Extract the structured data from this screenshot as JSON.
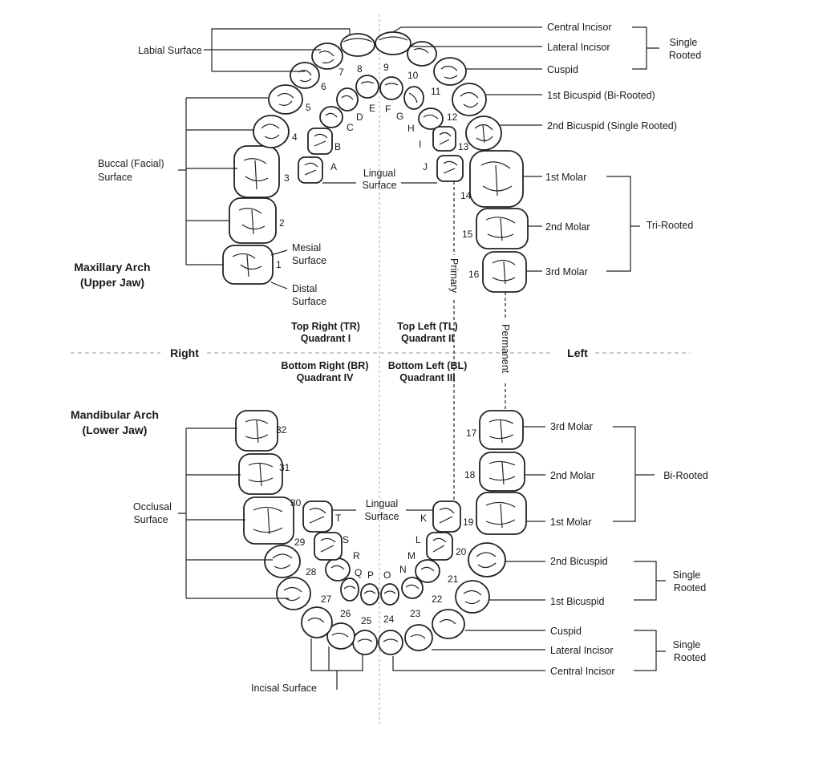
{
  "arches": {
    "upper": {
      "title": "Maxillary Arch",
      "subtitle": "(Upper Jaw)"
    },
    "lower": {
      "title": "Mandibular Arch",
      "subtitle": "(Lower Jaw)"
    }
  },
  "sides": {
    "right": "Right",
    "left": "Left"
  },
  "quadrants": {
    "tr": [
      "Top Right (TR)",
      "Quadrant I"
    ],
    "tl": [
      "Top Left (TL)",
      "Quadrant II"
    ],
    "br": [
      "Bottom Right (BR)",
      "Quadrant IV"
    ],
    "bl": [
      "Bottom Left (BL)",
      "Quadrant III"
    ]
  },
  "dentition": {
    "primary": "Primary",
    "permanent": "Permanent"
  },
  "surfaces": {
    "labial": "Labial Surface",
    "buccal": [
      "Buccal (Facial)",
      "Surface"
    ],
    "lingual_upper": [
      "Lingual",
      "Surface"
    ],
    "lingual_lower": [
      "Lingual",
      "Surface"
    ],
    "mesial": [
      "Mesial",
      "Surface"
    ],
    "distal": [
      "Distal",
      "Surface"
    ],
    "occlusal": [
      "Occlusal",
      "Surface"
    ],
    "incisal": "Incisal Surface"
  },
  "upper_types": {
    "central_incisor": "Central Incisor",
    "lateral_incisor": "Lateral Incisor",
    "cuspid": "Cuspid",
    "first_bicuspid": "1st Bicuspid (Bi-Rooted)",
    "second_bicuspid": "2nd Bicuspid (Single Rooted)",
    "first_molar": "1st Molar",
    "second_molar": "2nd Molar",
    "third_molar": "3rd Molar"
  },
  "upper_roots": {
    "single": [
      "Single",
      "Rooted"
    ],
    "tri": "Tri-Rooted"
  },
  "lower_types": {
    "third_molar": "3rd Molar",
    "second_molar": "2nd Molar",
    "first_molar": "1st Molar",
    "second_bicuspid": "2nd Bicuspid",
    "first_bicuspid": "1st Bicuspid",
    "cuspid": "Cuspid",
    "lateral_incisor": "Lateral Incisor",
    "central_incisor": "Central Incisor"
  },
  "lower_roots": {
    "bi": "Bi-Rooted",
    "single_a": [
      "Single",
      "Rooted"
    ],
    "single_b": [
      "Single",
      "Rooted"
    ]
  },
  "tooth_numbers": {
    "n1": "1",
    "n2": "2",
    "n3": "3",
    "n4": "4",
    "n5": "5",
    "n6": "6",
    "n7": "7",
    "n8": "8",
    "n9": "9",
    "n10": "10",
    "n11": "11",
    "n12": "12",
    "n13": "13",
    "n14": "14",
    "n15": "15",
    "n16": "16",
    "n17": "17",
    "n18": "18",
    "n19": "19",
    "n20": "20",
    "n21": "21",
    "n22": "22",
    "n23": "23",
    "n24": "24",
    "n25": "25",
    "n26": "26",
    "n27": "27",
    "n28": "28",
    "n29": "29",
    "n30": "30",
    "n31": "31",
    "n32": "32"
  },
  "primary_letters": {
    "A": "A",
    "B": "B",
    "C": "C",
    "D": "D",
    "E": "E",
    "F": "F",
    "G": "G",
    "H": "H",
    "I": "I",
    "J": "J",
    "K": "K",
    "L": "L",
    "M": "M",
    "N": "N",
    "O": "O",
    "P": "P",
    "Q": "Q",
    "R": "R",
    "S": "S",
    "T": "T"
  }
}
